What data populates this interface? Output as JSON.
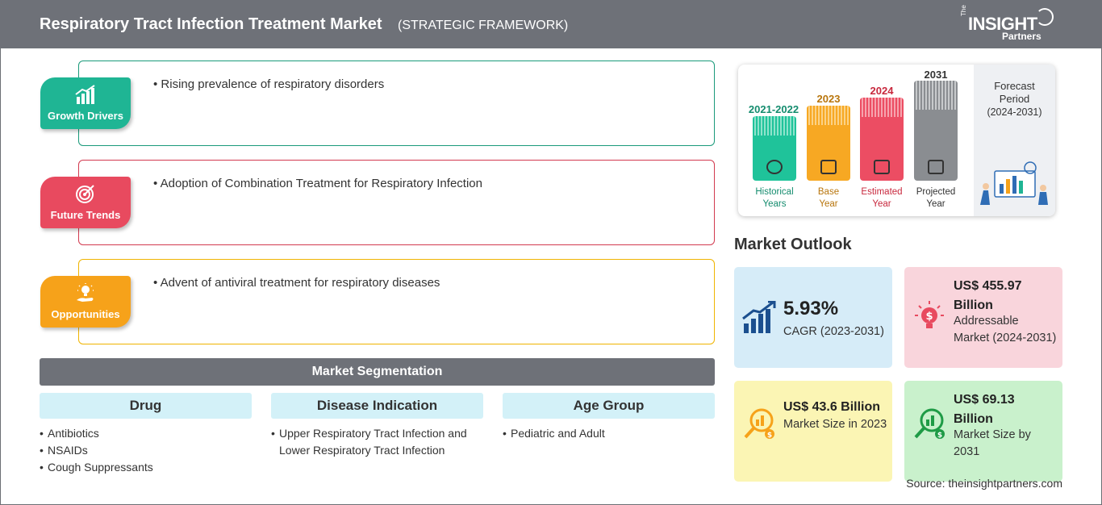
{
  "header": {
    "title": "Respiratory Tract Infection Treatment Market",
    "subtitle": "(STRATEGIC FRAMEWORK)",
    "logo": {
      "the": "The",
      "insight": "INSIGHT",
      "partners": "Partners"
    }
  },
  "framework": [
    {
      "label": "Growth Drivers",
      "point": "• Rising prevalence of respiratory disorders",
      "color": "#1fb594",
      "border": "#1a9a7a",
      "icon": "growth-chart-icon"
    },
    {
      "label": "Future Trends",
      "point": "• Adoption of Combination Treatment for Respiratory Infection",
      "color": "#e84a5f",
      "border": "#d23a4f",
      "icon": "target-icon"
    },
    {
      "label": "Opportunities",
      "point": "• Advent of antiviral treatment for respiratory diseases",
      "color": "#f6a21a",
      "border": "#f0b400",
      "icon": "lightbulb-hand-icon"
    }
  ],
  "segmentation": {
    "title": "Market Segmentation",
    "columns": [
      {
        "heading": "Drug",
        "items": [
          "Antibiotics",
          "NSAIDs",
          "Cough Suppressants"
        ]
      },
      {
        "heading": "Disease Indication",
        "items": [
          "Upper Respiratory Tract Infection and Lower Respiratory Tract Infection"
        ]
      },
      {
        "heading": "Age Group",
        "items": [
          "Pediatric and Adult"
        ]
      }
    ]
  },
  "timeline": {
    "periods": [
      {
        "year": "2021-2022",
        "caption_1": "Historical",
        "caption_2": "Years",
        "color": "#1fc39a",
        "stripe": "#8fe3cc",
        "year_color": "#148c6e",
        "icon": "history-clock-icon"
      },
      {
        "year": "2023",
        "caption_1": "Base",
        "caption_2": "Year",
        "color": "#f7a823",
        "stripe": "#fbd287",
        "year_color": "#b8750c",
        "icon": "calendar-icon"
      },
      {
        "year": "2024",
        "caption_1": "Estimated",
        "caption_2": "Year",
        "color": "#ec4d63",
        "stripe": "#f6a4ae",
        "year_color": "#c8283d",
        "icon": "estimate-gears-icon"
      },
      {
        "year": "2031",
        "caption_1": "Projected",
        "caption_2": "Year",
        "color": "#8a8d91",
        "stripe": "#c8cacc",
        "year_color": "#333333",
        "icon": "projection-board-icon"
      }
    ],
    "forecast_label": "Forecast Period",
    "forecast_range": "(2024-2031)"
  },
  "market_outlook": {
    "title": "Market Outlook",
    "cards": [
      {
        "big": "5.93%",
        "small": "CAGR (2023-2031)",
        "bg": "#d6ecf8",
        "icon": "bar-growth-icon"
      },
      {
        "big": "US$ 455.97 Billion",
        "small": "Addressable Market (2024-2031)",
        "bg": "#f9d5dc",
        "icon": "dollar-bulb-icon"
      },
      {
        "big": "US$ 43.6 Billion",
        "small": "Market Size in 2023",
        "bg": "#fbf5b4",
        "icon": "dollar-magnifier-icon"
      },
      {
        "big": "US$ 69.13 Billion",
        "small": "Market Size by 2031",
        "bg": "#c9f1cc",
        "icon": "chart-magnifier-icon"
      }
    ]
  },
  "source": "Source: theinsightpartners.com"
}
